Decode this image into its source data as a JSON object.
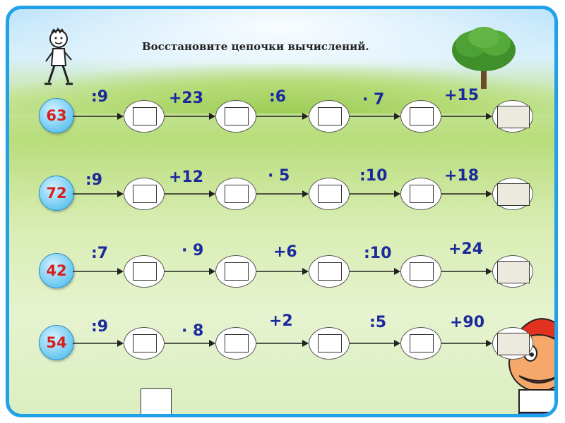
{
  "title": "Восстановите цепочки вычислений.",
  "colors": {
    "frame": "#1fa2e8",
    "operation_text": "#1a2a9c",
    "start_number_text": "#d62020",
    "start_circle": "#3bb4e8"
  },
  "chains": [
    {
      "start": "63",
      "ops": [
        ":9",
        "+23",
        ":6",
        "· 7",
        "+15"
      ]
    },
    {
      "start": "72",
      "ops": [
        ":9",
        "+12",
        "· 5",
        ":10",
        "+18"
      ]
    },
    {
      "start": "42",
      "ops": [
        ":7",
        "· 9",
        "+6",
        ":10",
        "+24"
      ]
    },
    {
      "start": "54",
      "ops": [
        ":9",
        "· 8",
        "+2",
        ":5",
        "+90"
      ]
    }
  ],
  "decorations": {
    "top_left_icon": "walking-boy-icon",
    "top_right_image": "tree-icon",
    "bottom_right_image": "cartoon-kid-icon"
  }
}
